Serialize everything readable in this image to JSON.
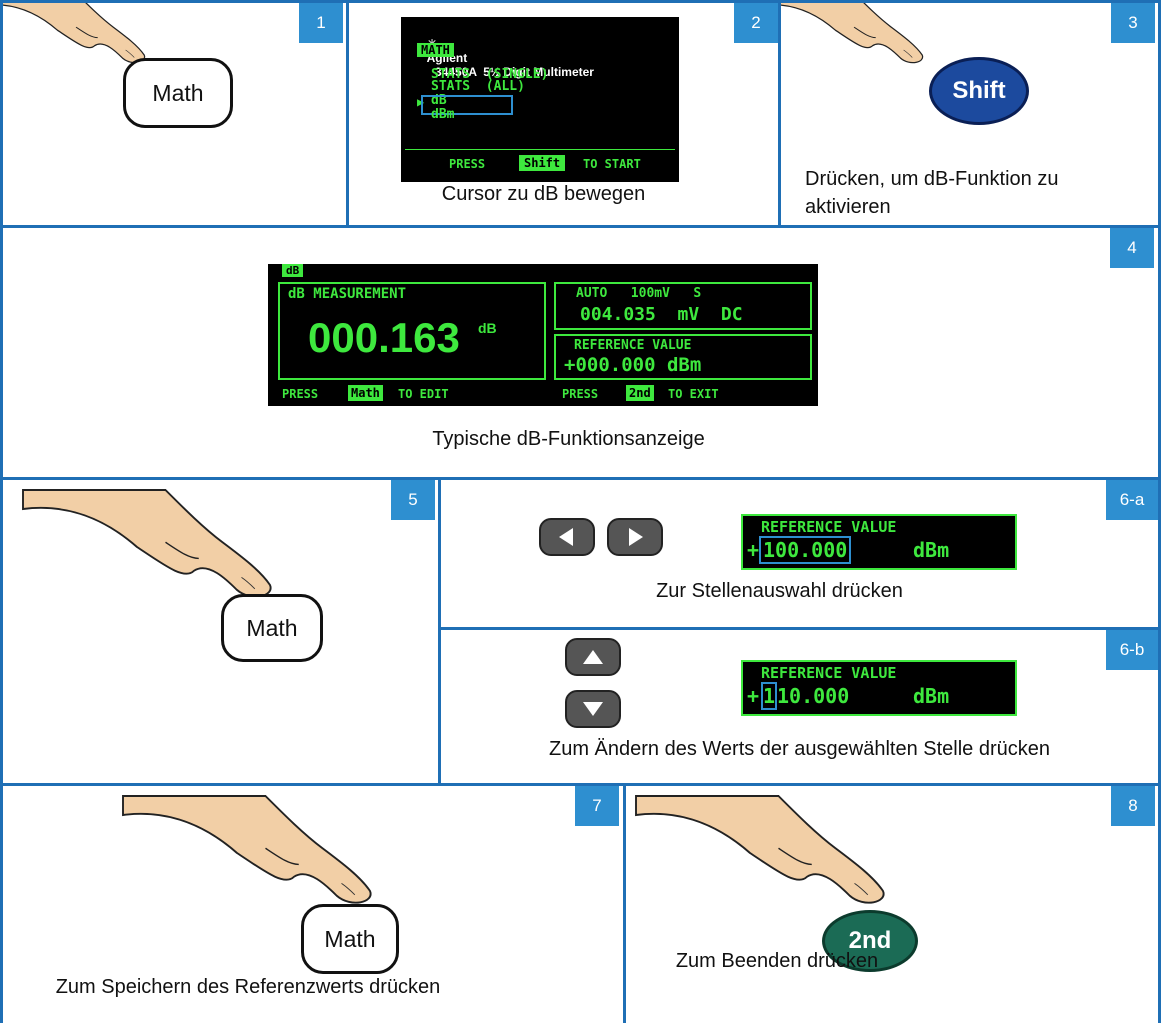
{
  "steps": {
    "s1": {
      "num": "1",
      "button": "Math"
    },
    "s2": {
      "num": "2",
      "caption": "Cursor zu dB bewegen",
      "screen": {
        "brand": "Agilent",
        "model": "34450A  5½ Digit Multimeter",
        "menu_title": "MATH",
        "items": [
          "STATS  (SINGLE)",
          "STATS  (ALL)",
          "dB",
          "dBm"
        ],
        "footer_press": "PRESS",
        "footer_key": "Shift",
        "footer_end": "TO START"
      }
    },
    "s3": {
      "num": "3",
      "button": "Shift",
      "caption": "Drücken, um dB-Funktion zu aktivieren"
    },
    "s4": {
      "num": "4",
      "caption": "Typische dB-Funktionsanzeige",
      "screen": {
        "tag": "dB",
        "meas_label": "dB MEASUREMENT",
        "meas_value": "000.163",
        "meas_unit": "dB",
        "range_line": "AUTO   100mV   S",
        "volt_value": "004.035  mV  DC",
        "ref_label": "REFERENCE VALUE",
        "ref_value": "+000.000 dBm",
        "left_press": "PRESS",
        "left_key": "Math",
        "left_end": "TO EDIT",
        "right_press": "PRESS",
        "right_key": "2nd",
        "right_end": "TO EXIT"
      }
    },
    "s5": {
      "num": "5",
      "button": "Math"
    },
    "s6a": {
      "num": "6-a",
      "caption": "Zur Stellenauswahl drücken",
      "ref_label": "REFERENCE VALUE",
      "sign": "+",
      "value": "100.000",
      "unit": "dBm"
    },
    "s6b": {
      "num": "6-b",
      "caption": "Zum Ändern des Werts der ausgewählten Stelle drücken",
      "ref_label": "REFERENCE VALUE",
      "sign": "+",
      "digit": "1",
      "value": "10.000",
      "unit": "dBm"
    },
    "s7": {
      "num": "7",
      "button": "Math",
      "caption": "Zum Speichern des Referenzwerts drücken"
    },
    "s8": {
      "num": "8",
      "button": "2nd",
      "caption": "Zum Beenden drücken"
    }
  },
  "colors": {
    "border": "#1f6fb5",
    "badge": "#2e8fd0",
    "lcd_green": "#3ee83e",
    "shift_blue": "#1c4a9e",
    "second_green": "#1b6b55",
    "skin": "#f2cfa6"
  }
}
